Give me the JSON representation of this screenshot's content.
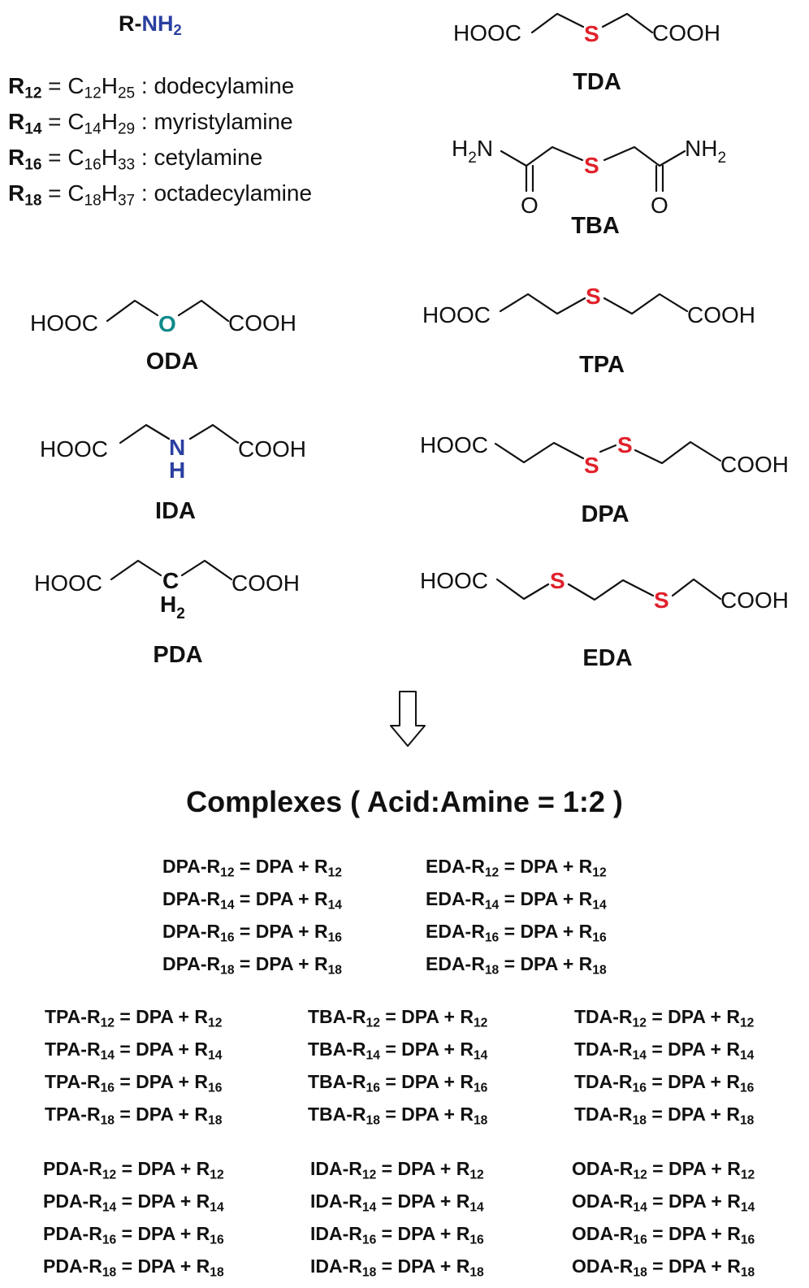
{
  "amine": {
    "header_r": "R-",
    "header_nh": "NH",
    "header_nh_sub": "2",
    "list": [
      {
        "r": "R",
        "r_sub": "12",
        "c_sub": "12",
        "h_sub": "25",
        "name": ": dodecylamine"
      },
      {
        "r": "R",
        "r_sub": "14",
        "c_sub": "14",
        "h_sub": "29",
        "name": ": myristylamine"
      },
      {
        "r": "R",
        "r_sub": "16",
        "c_sub": "16",
        "h_sub": "33",
        "name": ": cetylamine"
      },
      {
        "r": "R",
        "r_sub": "18",
        "c_sub": "18",
        "h_sub": "37",
        "name": ": octadecylamine"
      }
    ]
  },
  "acids": {
    "hooc": "HOOC",
    "cooh": "COOH",
    "tda": {
      "label": "TDA",
      "hetero": "S"
    },
    "tba": {
      "label": "TBA",
      "hetero": "S",
      "h2n": "H",
      "h2n_sub": "2",
      "h2n_n": "N",
      "nh2": "NH",
      "nh2_sub": "2",
      "o": "O"
    },
    "oda": {
      "label": "ODA",
      "hetero": "O"
    },
    "tpa": {
      "label": "TPA",
      "hetero": "S"
    },
    "ida": {
      "label": "IDA",
      "hetero": "N",
      "hetero_h": "H"
    },
    "dpa": {
      "label": "DPA",
      "hetero": "S"
    },
    "pda": {
      "label": "PDA",
      "hetero": "C",
      "hetero_h": "H",
      "hetero_h_sub": "2"
    },
    "eda": {
      "label": "EDA",
      "hetero": "S"
    }
  },
  "arrow": {
    "icon": "down-arrow-outline-icon"
  },
  "complexes": {
    "title": "Complexes ( Acid:Amine = 1:2 )",
    "groups": [
      {
        "acid": "DPA",
        "rhs": "DPA"
      },
      {
        "acid": "EDA",
        "rhs": "DPA"
      },
      {
        "acid": "TPA",
        "rhs": "DPA"
      },
      {
        "acid": "TBA",
        "rhs": "DPA"
      },
      {
        "acid": "TDA",
        "rhs": "DPA"
      },
      {
        "acid": "PDA",
        "rhs": "DPA"
      },
      {
        "acid": "IDA",
        "rhs": "DPA"
      },
      {
        "acid": "ODA",
        "rhs": "DPA"
      }
    ],
    "amines": [
      "12",
      "14",
      "16",
      "18"
    ]
  },
  "colors": {
    "sulfur": "#e0202a",
    "oxygen": "#0f8a8a",
    "nitrogen": "#2a3fa0",
    "carbon": "#111111"
  }
}
